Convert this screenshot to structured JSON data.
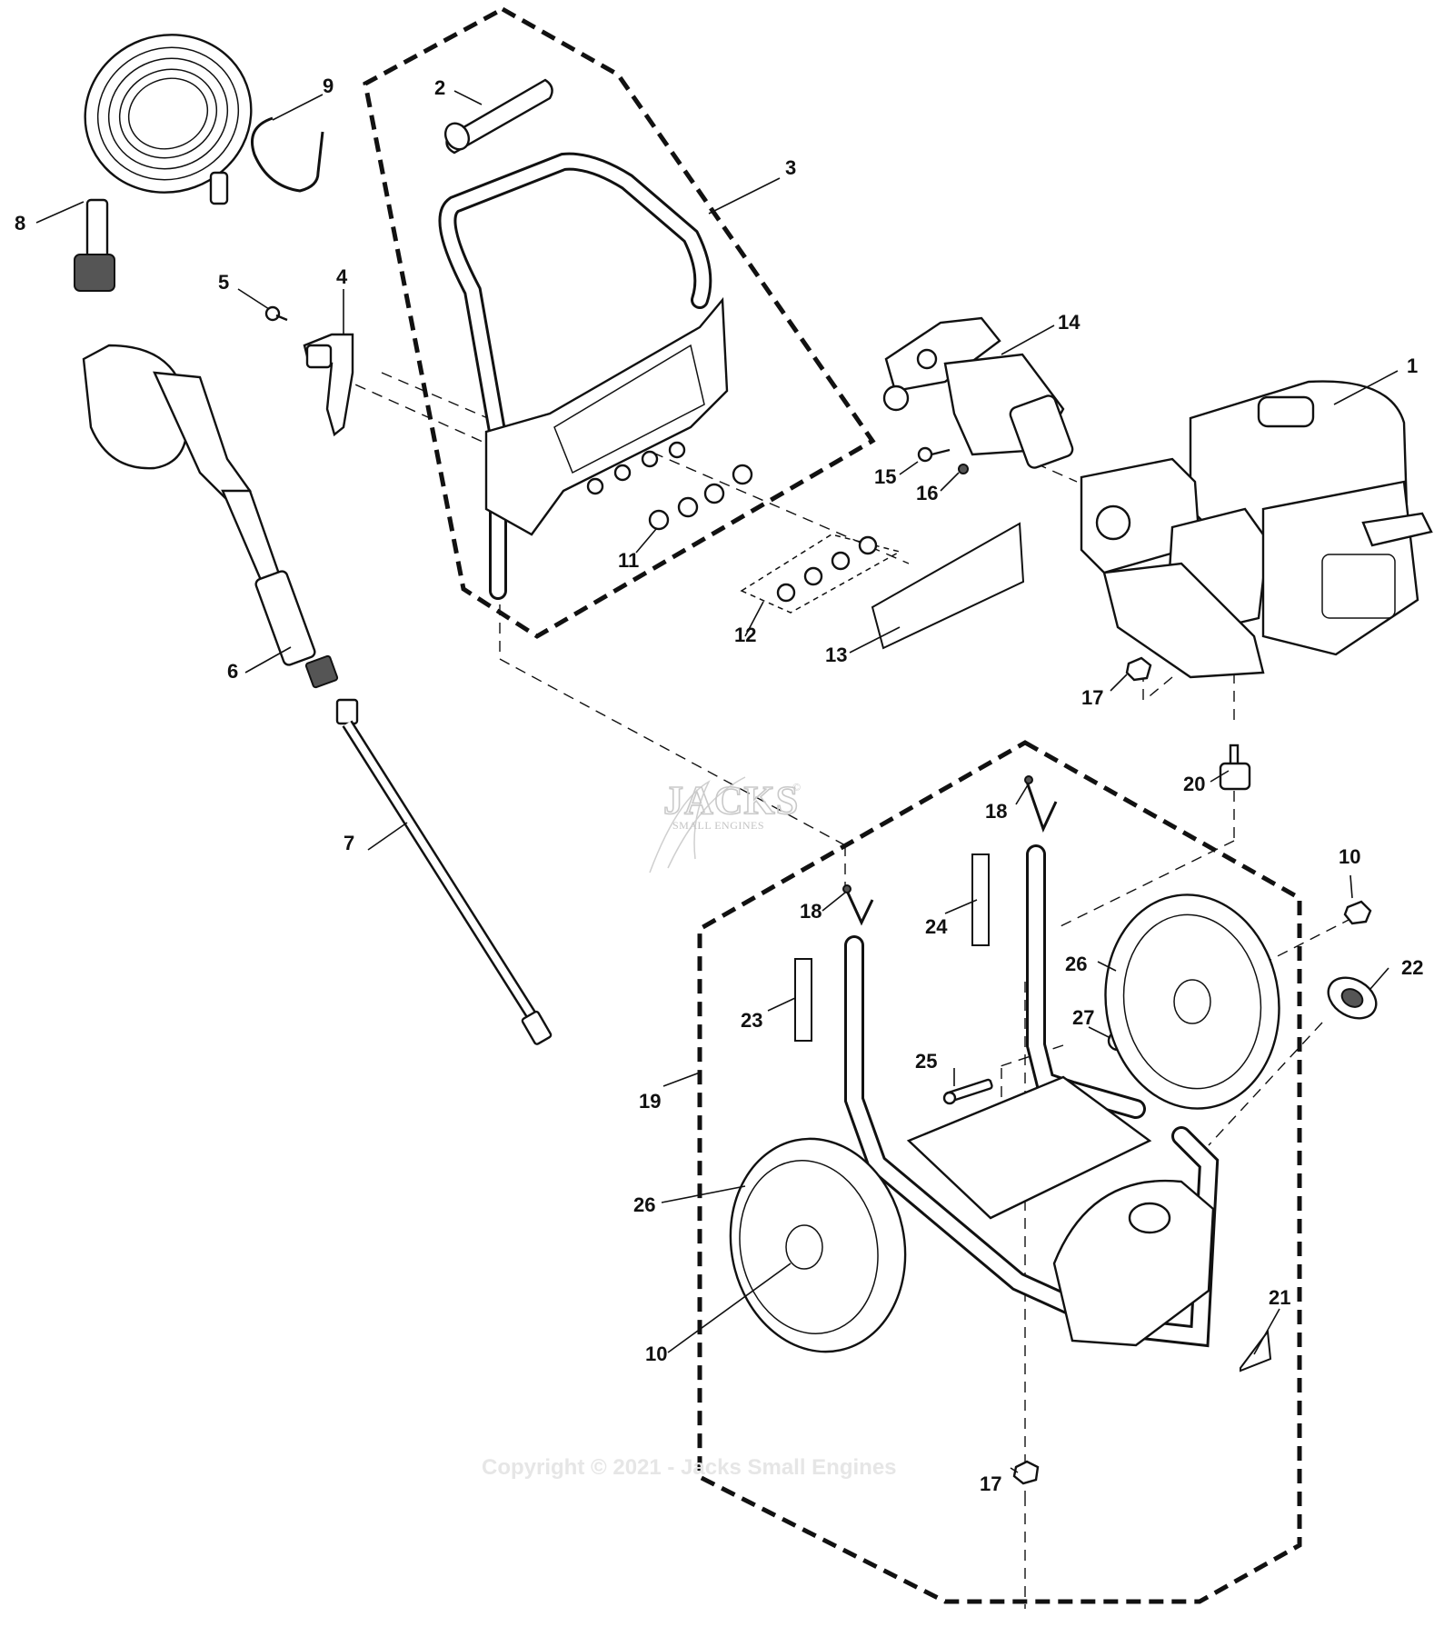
{
  "diagram": {
    "callouts": {
      "c1": "1",
      "c2": "2",
      "c3": "3",
      "c4": "4",
      "c5": "5",
      "c6": "6",
      "c7": "7",
      "c8": "8",
      "c9": "9",
      "c10a": "10",
      "c10b": "10",
      "c11": "11",
      "c12": "12",
      "c13": "13",
      "c14": "14",
      "c15": "15",
      "c16": "16",
      "c17a": "17",
      "c17b": "17",
      "c18a": "18",
      "c18b": "18",
      "c19": "19",
      "c20": "20",
      "c21": "21",
      "c22": "22",
      "c23": "23",
      "c24": "24",
      "c25": "25",
      "c26a": "26",
      "c26b": "26",
      "c27": "27"
    },
    "watermark": {
      "logo": "JACKS",
      "reg": "©",
      "sub": "SMALL ENGINES",
      "copyright": "Copyright © 2021 - Jacks Small Engines"
    }
  }
}
